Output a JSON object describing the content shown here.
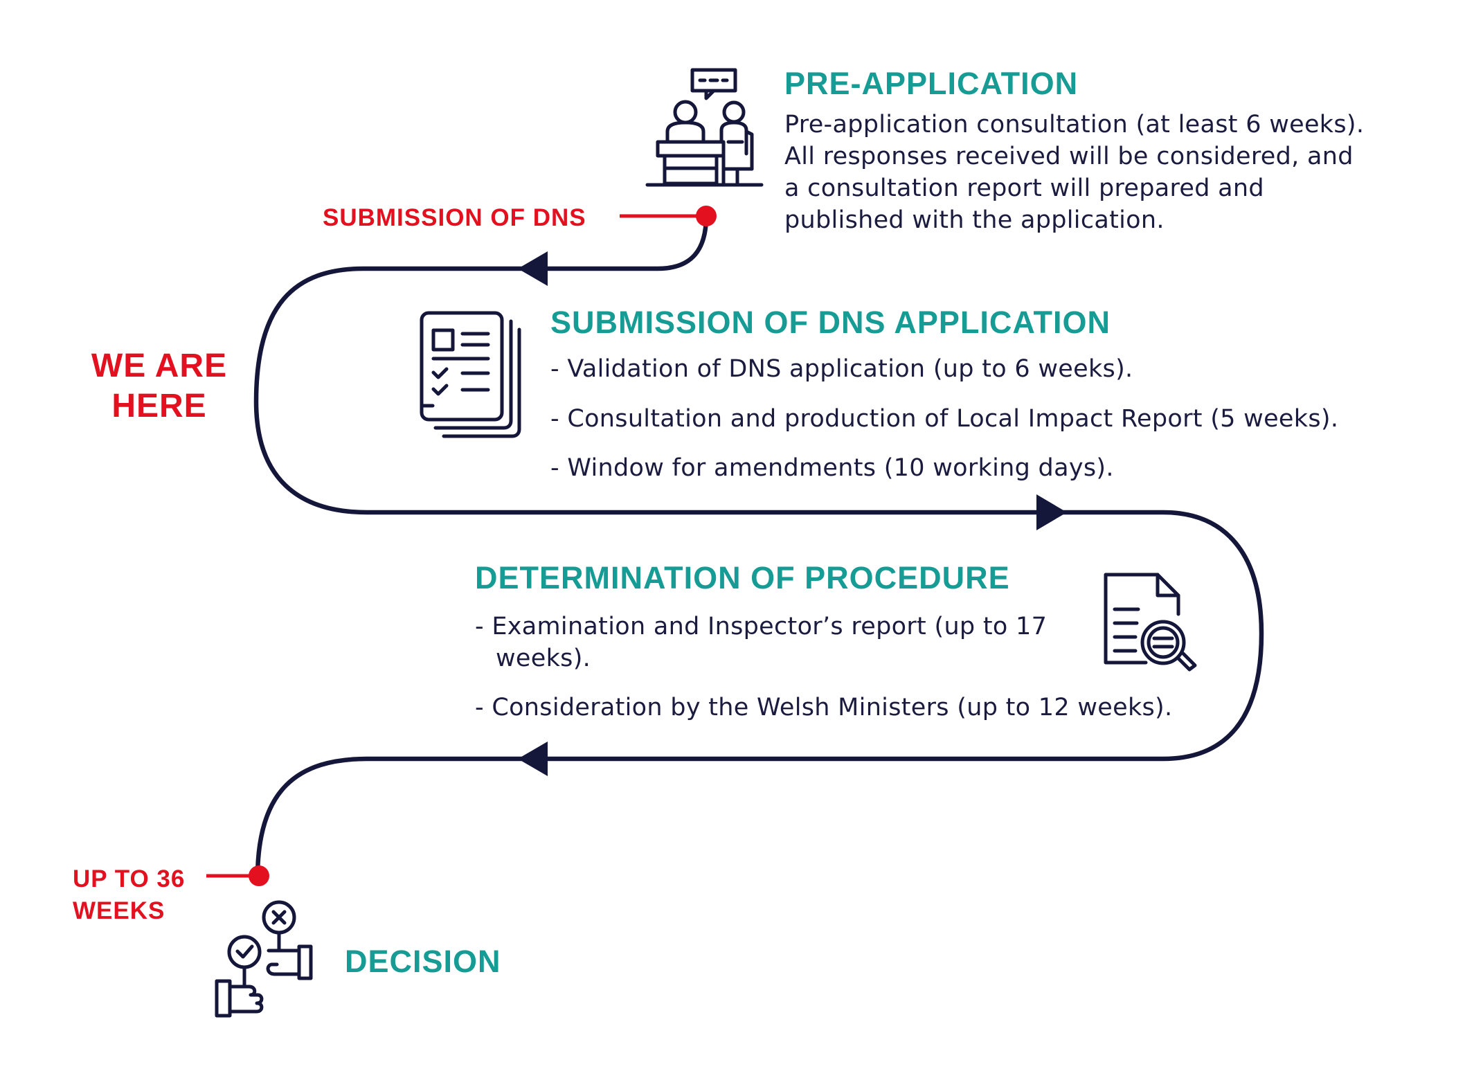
{
  "colors": {
    "heading": "#169c94",
    "body": "#1a1b3e",
    "path": "#14163a",
    "marker": "#e3101f"
  },
  "stages": {
    "pre_application": {
      "title": "PRE-APPLICATION",
      "description": "Pre-application consultation (at least 6 weeks). All responses received will be considered, and a consultation report will prepared and published with the application.",
      "icon": "consultation-meeting-icon"
    },
    "submission": {
      "title": "SUBMISSION OF DNS APPLICATION",
      "bullets": [
        "- Validation of DNS application (up to 6 weeks).",
        "- Consultation and production of Local Impact Report (5 weeks).",
        "- Window for amendments (10 working days)."
      ],
      "icon": "document-checklist-icon"
    },
    "determination": {
      "title": "DETERMINATION OF PROCEDURE",
      "bullets": [
        "- Examination and Inspector’s report (up to 17 weeks).",
        "- Consideration by the Welsh Ministers (up to 12 weeks)."
      ],
      "icon": "document-search-icon"
    },
    "decision": {
      "title": "DECISION",
      "icon": "decision-hands-icon"
    }
  },
  "markers": {
    "submission_of_dns": "SUBMISSION OF DNS",
    "we_are_here": "WE ARE HERE",
    "duration": "UP TO 36 WEEKS"
  }
}
